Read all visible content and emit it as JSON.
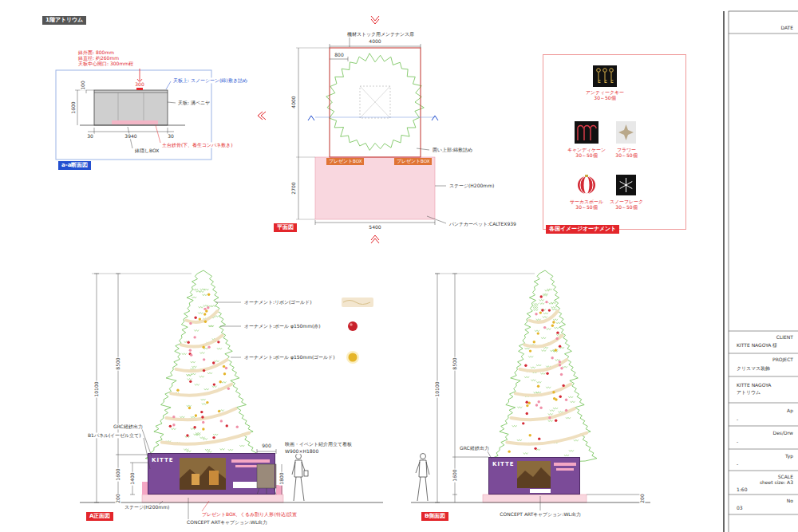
{
  "diagram": {
    "title": "1階アトリウム",
    "nodes": [
      {
        "text": [
          "a-a断面図"
        ]
      },
      {
        "text": [
          "平面図"
        ]
      },
      {
        "text": [
          "各国イメージオーナメント"
        ]
      },
      {
        "text": [
          "プレゼントBOX"
        ]
      },
      {
        "text": [
          "プレゼントBOX"
        ]
      },
      {
        "text": [
          "A正面図"
        ]
      },
      {
        "text": [
          "B側面図"
        ]
      },
      {
        "text": [
          "KITTE"
        ]
      },
      {
        "text": [
          "KITTE"
        ]
      }
    ],
    "labels": [
      "鉢外面: 800mm",
      "鉢直径: 約260mm",
      "天板中心開口: 300mm程",
      "100",
      "1600",
      "300",
      "天板上: スノーシーン(綿)敷き詰め",
      "天板: 溝ベニヤ",
      "30",
      "3940",
      "30",
      "土台鉄骨(下、養生コンパネ敷き)",
      "鉢隠しBOX",
      "機材ストック用メンテナンス扉",
      "4000",
      "800",
      "4000",
      "2700",
      "囲い上部:綿敷詰め",
      "ステージ(H200mm)",
      "5400",
      "パンチカーペット:CALTEX939",
      "アンティークキー",
      "30～50個",
      "キャンディケーン",
      "30～50個",
      "フラワー",
      "30～50個",
      "サーカスボール",
      "30～50個",
      "スノーフレーク",
      "30～50個",
      "10100",
      "8500",
      "オーナメント:リボン(ゴールド)",
      "オーナメント:ボール φ150mm(赤)",
      "オーナメント:ボール φ150mm(ゴールド)",
      "GRC経鉄出力",
      "B1パネル(イーゼル立て)",
      "900",
      "映画・イベント紹介用立て看板",
      "W900×H1800",
      "1600",
      "1400",
      "1800",
      "200",
      "ステージ(H200mm)",
      "プレゼントBOX、くるみ割り人形(特込)設置",
      "CONCEPT ARTキャプション:WL出力",
      "10100",
      "8500",
      "GRC経鉄出力",
      "1600",
      "200",
      "CONCEPT ARTキャプション:WL出力",
      "DATE",
      "CLIENT",
      "KITTE NAGOYA 様",
      "PROJECT",
      "クリスマス装飾",
      "KITTE NAGOYA",
      "アトリウム",
      "Ap",
      "-",
      "Des/Drw",
      "-",
      "Typ",
      "-",
      "SCALE",
      "sheet size: A3",
      "1:60",
      "No",
      "03"
    ]
  }
}
